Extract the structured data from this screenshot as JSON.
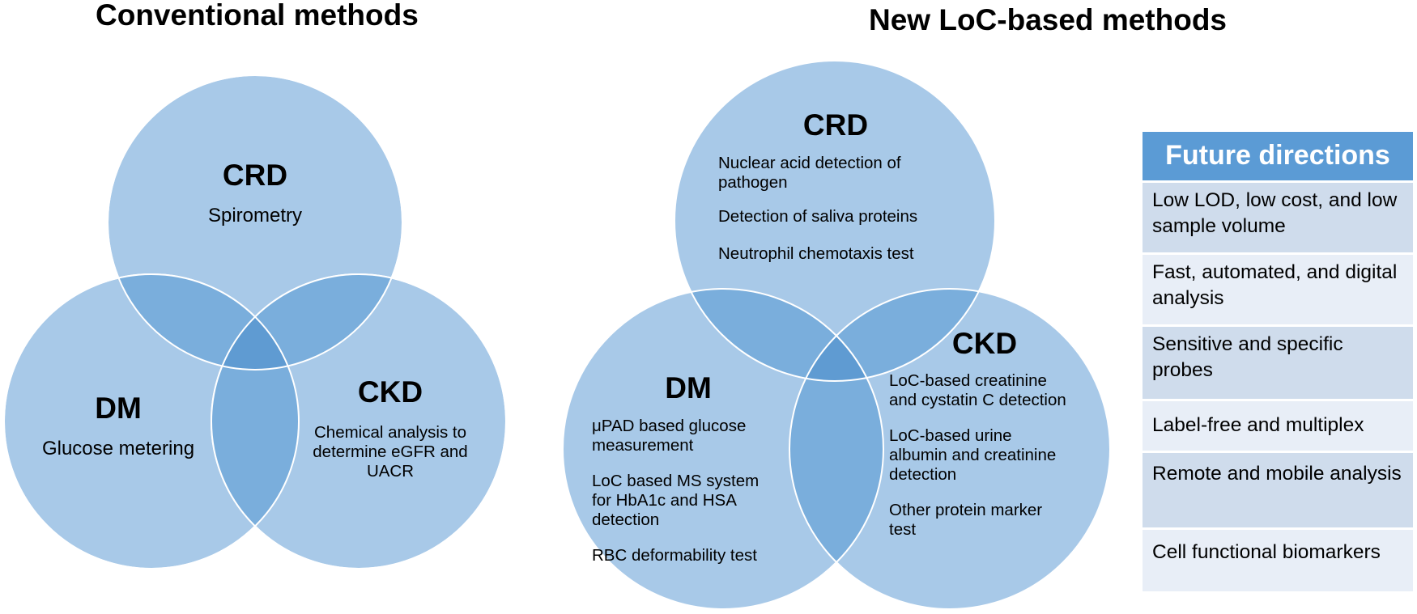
{
  "titles": {
    "left": "Conventional methods",
    "right": "New LoC-based methods"
  },
  "colors": {
    "circle": "#a8c9e8",
    "overlap": "#7aaedc",
    "center": "#5f9bd2",
    "header": "#5b9bd5",
    "row_odd": "#cfdcec",
    "row_even": "#e8eef7"
  },
  "conventional": {
    "crd": {
      "title": "CRD",
      "text": "Spirometry"
    },
    "dm": {
      "title": "DM",
      "text": "Glucose metering"
    },
    "ckd": {
      "title": "CKD",
      "lines": [
        "Chemical analysis to",
        "determine eGFR and",
        "UACR"
      ]
    }
  },
  "loc": {
    "crd": {
      "title": "CRD",
      "items": [
        "Nuclear acid detection of pathogen",
        "Detection of saliva proteins",
        "Neutrophil chemotaxis test"
      ]
    },
    "dm": {
      "title": "DM",
      "items": [
        "μPAD based glucose measurement",
        "LoC based MS system for HbA1c and HSA detection",
        "RBC deformability test"
      ]
    },
    "ckd": {
      "title": "CKD",
      "items": [
        "LoC-based creatinine and cystatin C detection",
        " LoC-based urine albumin and creatinine detection",
        "Other protein marker test"
      ]
    }
  },
  "future_directions": {
    "header": "Future directions",
    "rows": [
      "Low LOD, low cost, and low sample volume",
      "Fast, automated, and digital analysis",
      "Sensitive and specific probes",
      "Label-free and multiplex",
      "Remote and mobile analysis",
      "Cell functional biomarkers"
    ]
  }
}
